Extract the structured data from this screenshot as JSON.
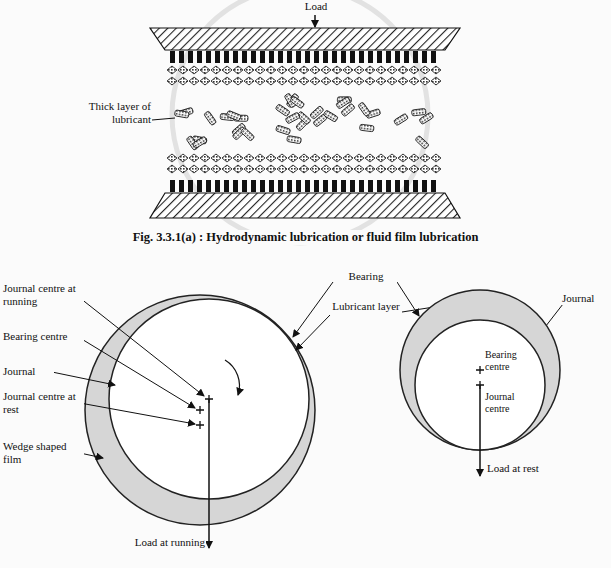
{
  "diagram": {
    "caption": "Fig. 3.3.1(a) : Hydrodynamic lubrication or fluid film lubrication",
    "labels": [
      "Load",
      "Thick layer of lubricant",
      "Journal centre at running",
      "Bearing centre",
      "Journal",
      "Journal centre at rest",
      "Wedge shaped film",
      "Load at running",
      "Bearing",
      "Lubricant layer",
      "Journal",
      "Bearing centre",
      "Journal centre",
      "Load at rest"
    ]
  }
}
